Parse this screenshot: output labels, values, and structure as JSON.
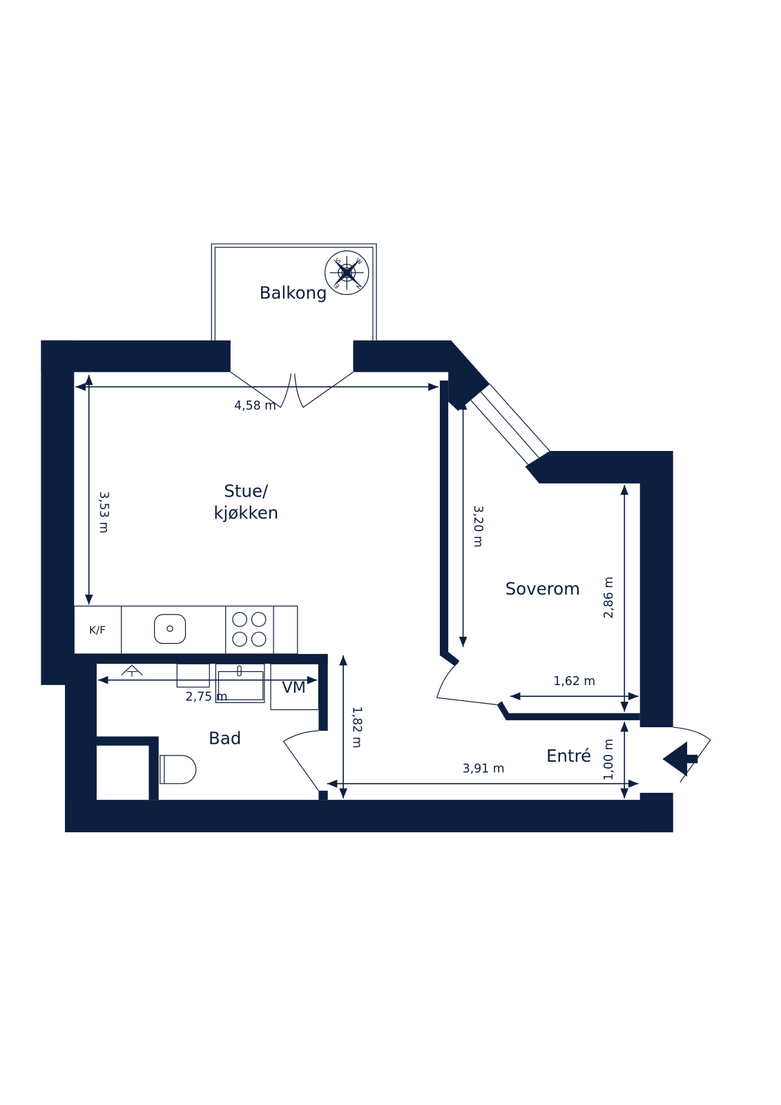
{
  "colors": {
    "wall": "#0c1f3f",
    "background": "#ffffff"
  },
  "rooms": {
    "balcony": "Balkong",
    "living_line1": "Stue/",
    "living_line2": "kjøkken",
    "bedroom": "Soverom",
    "bathroom": "Bad",
    "entrance": "Entré"
  },
  "fixtures": {
    "fridge_freezer": "K/F",
    "washing_machine": "VM"
  },
  "dimensions": {
    "living_width": "4,58 m",
    "living_depth": "3,53 m",
    "bedroom_depth_left": "3,20 m",
    "bedroom_depth_right": "2,86 m",
    "bedroom_width": "1,62 m",
    "entrance_depth": "1,00 m",
    "hall_length": "3,91 m",
    "hall_width": "1,82 m",
    "bathroom_width": "2,75 m"
  },
  "compass": {
    "labels": [
      "S",
      "W",
      "N",
      "E"
    ],
    "icon": "compass-rose-icon"
  }
}
